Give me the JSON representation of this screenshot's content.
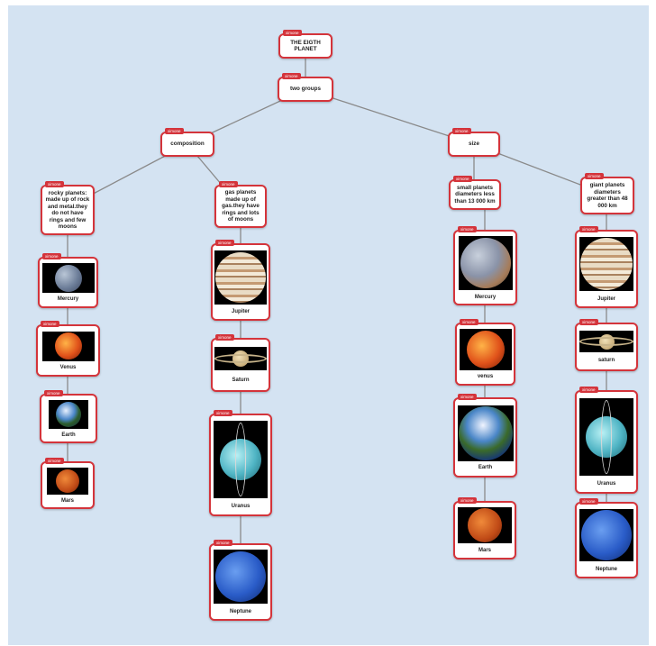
{
  "root": {
    "tag": "ximone",
    "label": "THE EIGTH PLANET"
  },
  "groups": {
    "tag": "ximone",
    "label": "two groups"
  },
  "composition": {
    "tag": "ximone",
    "label": "composition"
  },
  "size": {
    "tag": "ximone",
    "label": "size"
  },
  "rocky": {
    "tag": "ximone",
    "label": "rocky planets: made up of rock and metal.they do not have rings and few moons"
  },
  "gas": {
    "tag": "ximone",
    "label": "gas planets made up of gas.they have rings and lots of moons"
  },
  "small": {
    "tag": "ximone",
    "label": "small planets diameters less than 13 000 km"
  },
  "giant": {
    "tag": "ximone",
    "label": "giant planets diameters greater than 48 000 km"
  },
  "rocky_planets": [
    {
      "tag": "ximone",
      "caption": "Mercury",
      "icon": "mercury-image"
    },
    {
      "tag": "ximone",
      "caption": "Venus",
      "icon": "venus-image"
    },
    {
      "tag": "ximone",
      "caption": "Earth",
      "icon": "earth-image"
    },
    {
      "tag": "ximone",
      "caption": "Mars",
      "icon": "mars-image"
    }
  ],
  "gas_planets": [
    {
      "tag": "ximone",
      "caption": "Jupiter",
      "icon": "jupiter-image"
    },
    {
      "tag": "ximone",
      "caption": "Saturn",
      "icon": "saturn-image"
    },
    {
      "tag": "ximone",
      "caption": "Uranus",
      "icon": "uranus-image"
    },
    {
      "tag": "ximone",
      "caption": "Neptune",
      "icon": "neptune-image"
    }
  ],
  "small_planets": [
    {
      "tag": "ximone",
      "caption": "Mercury",
      "icon": "mercury-image"
    },
    {
      "tag": "ximone",
      "caption": "venus",
      "icon": "venus-image"
    },
    {
      "tag": "ximone",
      "caption": "Earth",
      "icon": "earth-image"
    },
    {
      "tag": "ximone",
      "caption": "Mars",
      "icon": "mars-image"
    }
  ],
  "giant_planets": [
    {
      "tag": "ximone",
      "caption": "Jupiter",
      "icon": "jupiter-image"
    },
    {
      "tag": "ximone",
      "caption": "saturn",
      "icon": "saturn-image"
    },
    {
      "tag": "ximone",
      "caption": "Uranus",
      "icon": "uranus-image"
    },
    {
      "tag": "ximone",
      "caption": "Neptune",
      "icon": "neptune-image"
    }
  ],
  "colors": {
    "border": "#d4343b",
    "background": "#d4e3f2",
    "connector": "#8a8a8a"
  }
}
